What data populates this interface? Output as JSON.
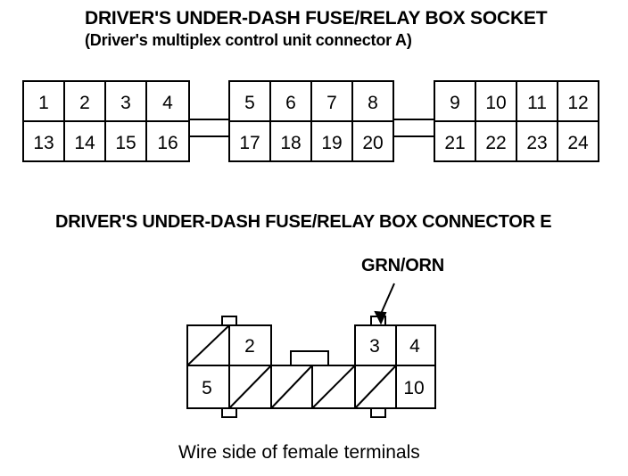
{
  "socket": {
    "title": "DRIVER'S UNDER-DASH FUSE/RELAY BOX SOCKET",
    "subtitle": "(Driver's multiplex control unit connector A)",
    "groups": [
      {
        "top": [
          "1",
          "2",
          "3",
          "4"
        ],
        "bottom": [
          "13",
          "14",
          "15",
          "16"
        ]
      },
      {
        "top": [
          "5",
          "6",
          "7",
          "8"
        ],
        "bottom": [
          "17",
          "18",
          "19",
          "20"
        ]
      },
      {
        "top": [
          "9",
          "10",
          "11",
          "12"
        ],
        "bottom": [
          "21",
          "22",
          "23",
          "24"
        ]
      }
    ]
  },
  "connector": {
    "title": "DRIVER'S UNDER-DASH FUSE/RELAY BOX CONNECTOR E",
    "wire_label": "GRN/ORN",
    "top_labels": [
      "2",
      "3",
      "4"
    ],
    "bottom_labels": [
      "5",
      "10"
    ],
    "caption": "Wire side of female terminals"
  }
}
